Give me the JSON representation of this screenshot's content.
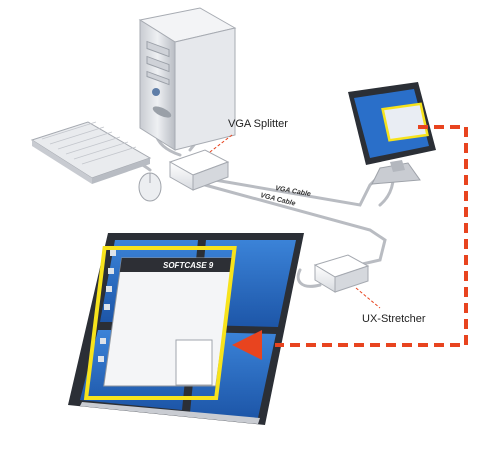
{
  "labels": {
    "vga_splitter": "VGA Splitter",
    "ux_stretcher": "UX-Stretcher",
    "vga_cable_1": "VGA Cable",
    "vga_cable_2": "VGA Cable"
  },
  "screen": {
    "app_title": "SOFTCASE 9"
  },
  "colors": {
    "highlight_yellow": "#f7e31c",
    "signal_red": "#e8441f",
    "desktop_blue": "#2a6fc9",
    "bezel_dark": "#2b2f36",
    "case_grey": "#d9dbe0"
  },
  "icons": [
    "pc-tower-icon",
    "keyboard-icon",
    "mouse-icon",
    "lcd-monitor-icon",
    "splitter-box-icon",
    "stretcher-box-icon",
    "video-wall-icon",
    "arrow-icon"
  ]
}
